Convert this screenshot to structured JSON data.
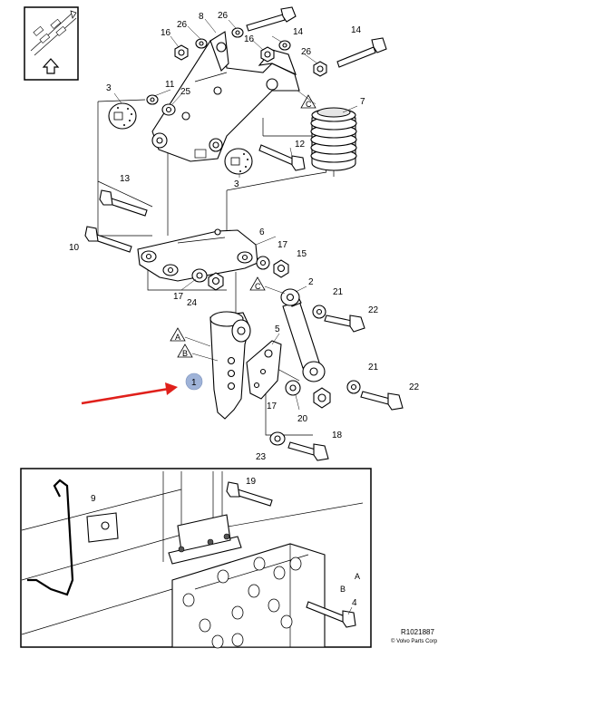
{
  "diagram": {
    "callouts": [
      "1",
      "2",
      "3",
      "3",
      "4",
      "5",
      "6",
      "7",
      "8",
      "9",
      "10",
      "11",
      "12",
      "13",
      "14",
      "14",
      "15",
      "16",
      "16",
      "17",
      "17",
      "17",
      "18",
      "19",
      "20",
      "21",
      "21",
      "22",
      "22",
      "23",
      "24",
      "25",
      "26",
      "26",
      "26"
    ],
    "reference_markers": [
      "A",
      "B",
      "C"
    ],
    "drawing_number": "R1021887",
    "copyright": "© Volvo Parts Corp",
    "highlight_color": "#9fb3d8",
    "arrow_color": "#e0201b",
    "icon": "truck-direction-icon"
  }
}
